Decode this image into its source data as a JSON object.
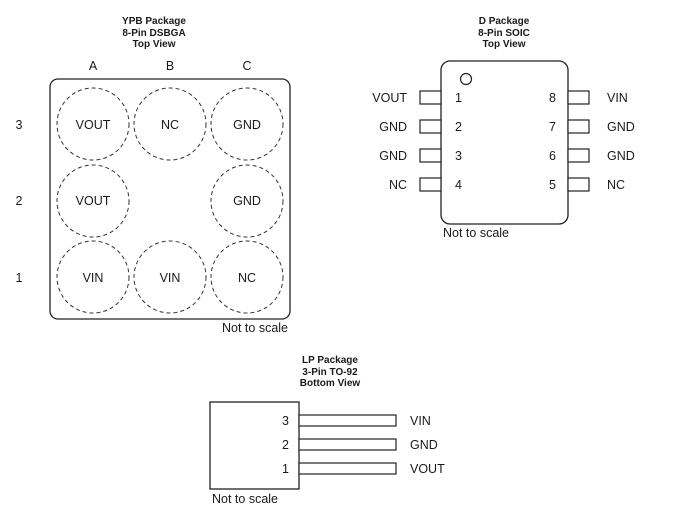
{
  "ypb": {
    "header": [
      "YPB Package",
      "8-Pin DSBGA",
      "Top View"
    ],
    "columns": [
      "A",
      "B",
      "C"
    ],
    "rows": [
      "3",
      "2",
      "1"
    ],
    "balls": {
      "A3": "VOUT",
      "B3": "NC",
      "C3": "GND",
      "A2": "VOUT",
      "C2": "GND",
      "A1": "VIN",
      "B1": "VIN",
      "C1": "NC"
    },
    "note": "Not to scale"
  },
  "soic": {
    "header": [
      "D Package",
      "8-Pin SOIC",
      "Top View"
    ],
    "left_pins": [
      {
        "num": "1",
        "name": "VOUT"
      },
      {
        "num": "2",
        "name": "GND"
      },
      {
        "num": "3",
        "name": "GND"
      },
      {
        "num": "4",
        "name": "NC"
      }
    ],
    "right_pins": [
      {
        "num": "8",
        "name": "VIN"
      },
      {
        "num": "7",
        "name": "GND"
      },
      {
        "num": "6",
        "name": "GND"
      },
      {
        "num": "5",
        "name": "NC"
      }
    ],
    "note": "Not to scale"
  },
  "to92": {
    "header": [
      "LP Package",
      "3-Pin TO-92",
      "Bottom View"
    ],
    "pins": [
      {
        "num": "3",
        "name": "VIN"
      },
      {
        "num": "2",
        "name": "GND"
      },
      {
        "num": "1",
        "name": "VOUT"
      }
    ],
    "note": "Not to scale"
  }
}
